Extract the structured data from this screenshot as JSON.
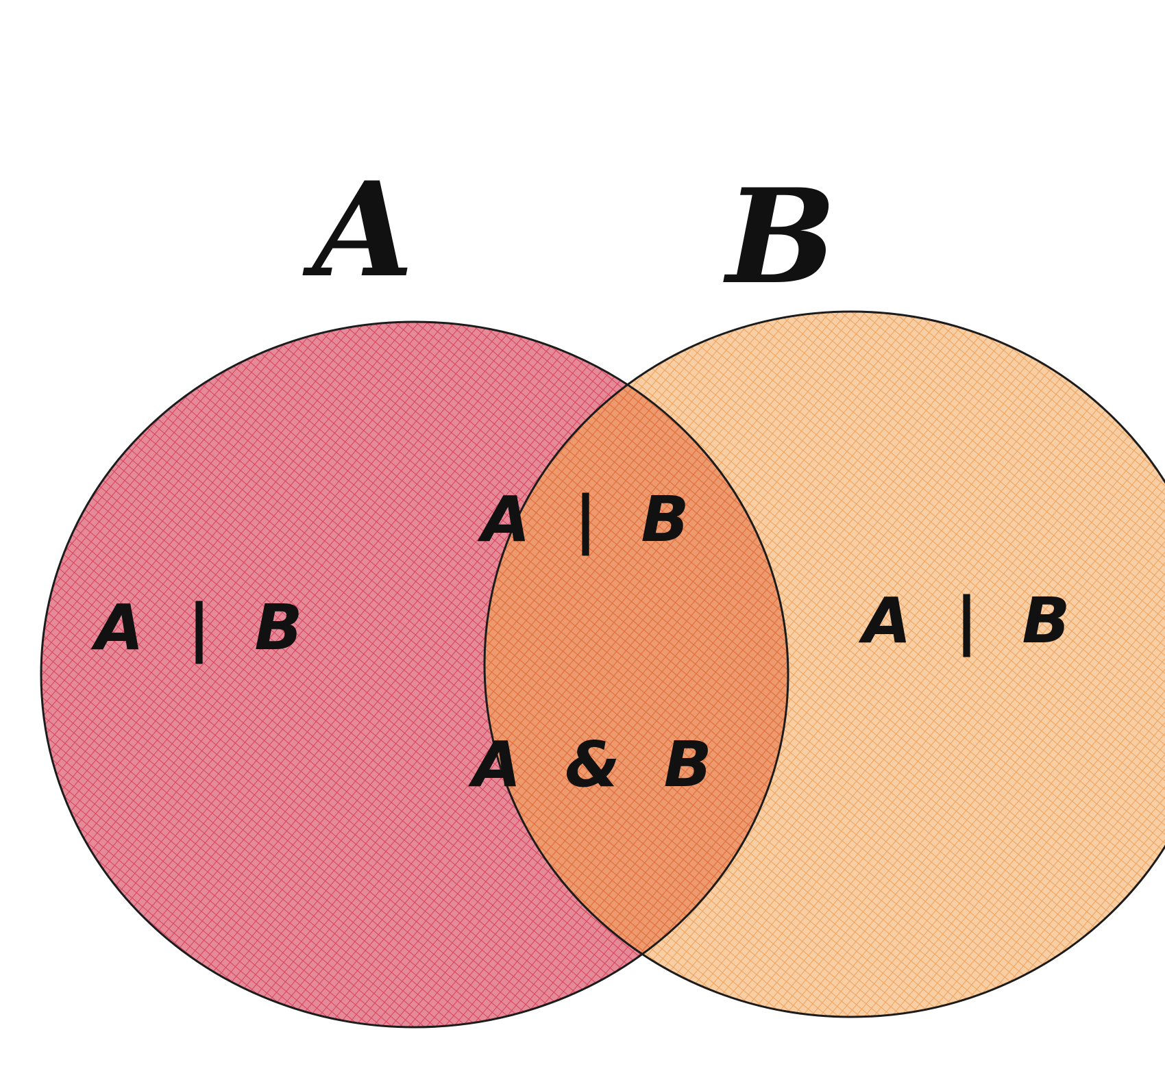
{
  "sets": [
    {
      "id": "a",
      "label": "A",
      "color": "#d9475f"
    },
    {
      "id": "b",
      "label": "B",
      "color": "#f0a45e"
    }
  ],
  "overlap_color": "#e2703f",
  "regions": {
    "a_only": "A | B",
    "intersection_top": "A | B",
    "intersection_bottom": "A & B",
    "b_only": "A | B"
  }
}
